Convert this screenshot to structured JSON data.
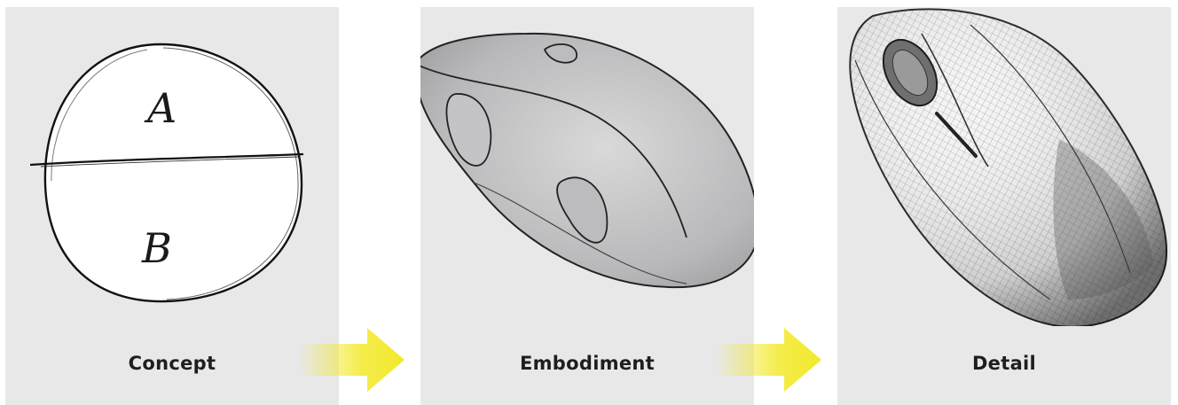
{
  "stages": [
    {
      "label": "Concept",
      "sketch_letters": [
        "A",
        "B"
      ]
    },
    {
      "label": "Embodiment"
    },
    {
      "label": "Detail"
    }
  ],
  "colors": {
    "panel_bg": "#e8e8e9",
    "arrow": "#f2e92b",
    "label_text": "#1e1e1e"
  },
  "icons": {
    "arrows": [
      "right-arrow-icon",
      "right-arrow-icon"
    ]
  }
}
